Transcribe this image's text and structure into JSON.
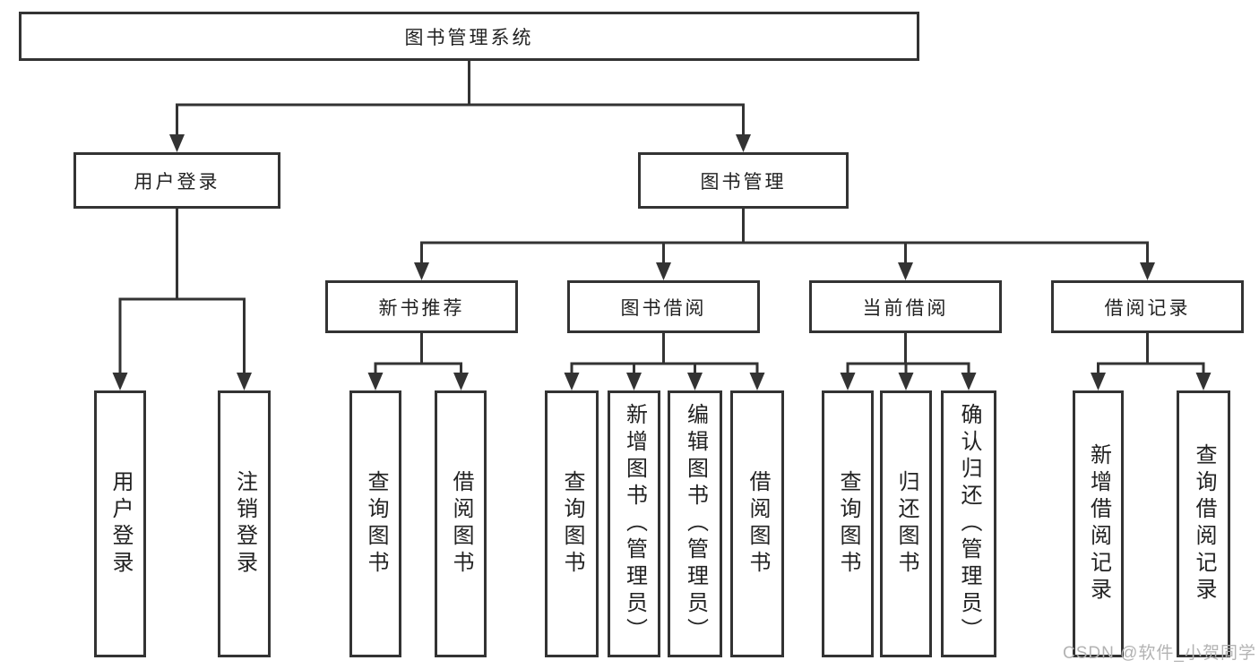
{
  "diagram_title": "图书管理系统",
  "colors": {
    "line": "#333333",
    "node_border": "#333333",
    "text": "#222222",
    "watermark": "#b3b3b3",
    "background": "#ffffff"
  },
  "tree": {
    "root": {
      "label": "图书管理系统"
    },
    "level2": [
      {
        "label": "用户登录"
      },
      {
        "label": "图书管理"
      }
    ],
    "level3": [
      {
        "label": "新书推荐"
      },
      {
        "label": "图书借阅"
      },
      {
        "label": "当前借阅"
      },
      {
        "label": "借阅记录"
      }
    ],
    "leaves": {
      "user_login": [
        {
          "label": "用户登录"
        },
        {
          "label": "注销登录"
        }
      ],
      "new_book_recommend": [
        {
          "label": "查询图书"
        },
        {
          "label": "借阅图书"
        }
      ],
      "book_borrow": [
        {
          "label": "查询图书"
        },
        {
          "label": "新增图书（管理员）"
        },
        {
          "label": "编辑图书（管理员）"
        },
        {
          "label": "借阅图书"
        }
      ],
      "current_borrow": [
        {
          "label": "查询图书"
        },
        {
          "label": "归还图书"
        },
        {
          "label": "确认归还（管理员）"
        }
      ],
      "borrow_records": [
        {
          "label": "新增借阅记录"
        },
        {
          "label": "查询借阅记录"
        }
      ]
    }
  },
  "watermark": {
    "text": "CSDN @软件_小贺同学"
  }
}
